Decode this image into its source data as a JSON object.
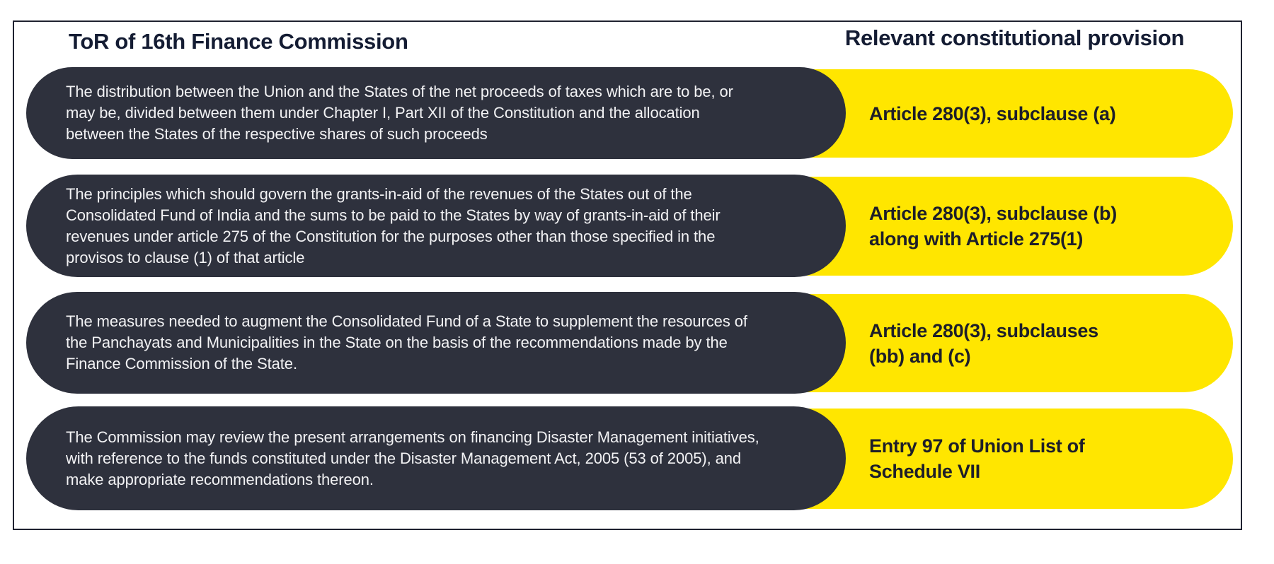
{
  "header": {
    "left": "ToR of 16th Finance Commission",
    "right": "Relevant constitutional provision"
  },
  "rows": [
    {
      "tor": "The distribution between the Union and the States of the net proceeds of taxes which are to be, or may be, divided between them under Chapter I, Part XII of the Constitution and the allocation between the States of the respective shares of such proceeds",
      "provision_lines": [
        "Article 280(3), subclause (a)"
      ]
    },
    {
      "tor": "The principles which should govern the grants-in-aid of the revenues of the States out of the Consolidated Fund of India and the sums to be paid to the States by way of grants-in-aid of their revenues under article 275 of the Constitution for the purposes other than those specified in the provisos to clause (1) of that article",
      "provision_lines": [
        "Article 280(3), subclause (b)",
        "along with Article 275(1)"
      ]
    },
    {
      "tor": "The measures needed to augment the Consolidated Fund of a State to supplement the resources of the Panchayats and Municipalities in the State on the basis of the recommendations made by the Finance Commission of the State.",
      "provision_lines": [
        "Article 280(3), subclauses",
        "(bb) and (c)"
      ]
    },
    {
      "tor": "The Commission may review the present arrangements on financing Disaster Management initiatives, with reference to the funds constituted under the Disaster Management Act, 2005 (53 of 2005), and make appropriate recommendations thereon.",
      "provision_lines": [
        "Entry 97 of Union List of",
        "Schedule VII"
      ]
    }
  ],
  "colors": {
    "tor_pill": "#2e313d",
    "provision_pill": "#ffe600",
    "header_text": "#141c33",
    "tor_text": "#f2f2f4",
    "provision_text": "#1d1e29",
    "frame_border": "#1f2230"
  }
}
